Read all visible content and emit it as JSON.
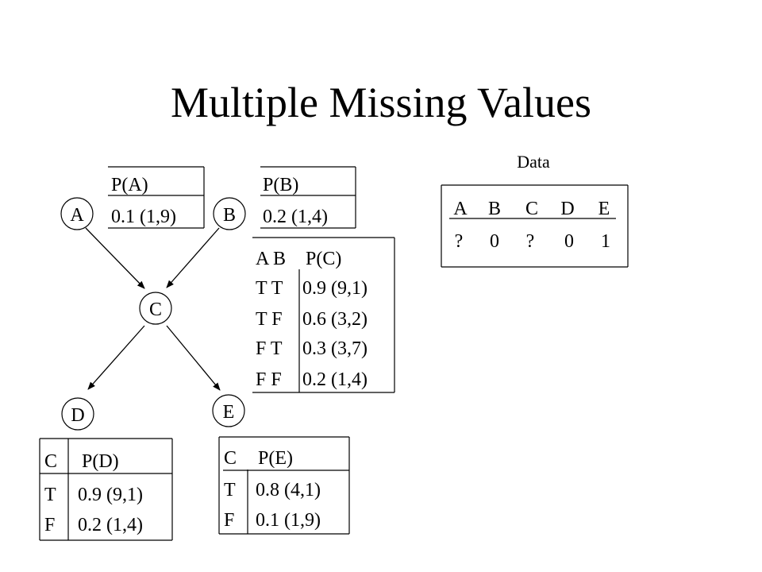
{
  "title": "Multiple Missing Values",
  "nodes": {
    "A": "A",
    "B": "B",
    "C": "C",
    "D": "D",
    "E": "E"
  },
  "cpt_a": {
    "header": "P(A)",
    "value": "0.1 (1,9)"
  },
  "cpt_b": {
    "header": "P(B)",
    "value": "0.2 (1,4)"
  },
  "cpt_c": {
    "headers": [
      "A B",
      "P(C)"
    ],
    "rows": [
      [
        "T T",
        "0.9 (9,1)"
      ],
      [
        "T F",
        "0.6 (3,2)"
      ],
      [
        "F T",
        "0.3 (3,7)"
      ],
      [
        "F F",
        "0.2 (1,4)"
      ]
    ]
  },
  "cpt_d": {
    "headers": [
      "C",
      "P(D)"
    ],
    "rows": [
      [
        "T",
        "0.9 (9,1)"
      ],
      [
        "F",
        "0.2 (1,4)"
      ]
    ]
  },
  "cpt_e": {
    "headers": [
      "C",
      "P(E)"
    ],
    "rows": [
      [
        "T",
        "0.8 (4,1)"
      ],
      [
        "F",
        "0.1 (1,9)"
      ]
    ]
  },
  "data_table": {
    "caption": "Data",
    "columns": [
      "A",
      "B",
      "C",
      "D",
      "E"
    ],
    "row": [
      "?",
      "0",
      "?",
      "0",
      "1"
    ]
  },
  "colors": {
    "ink": "#000000",
    "background": "#ffffff"
  }
}
